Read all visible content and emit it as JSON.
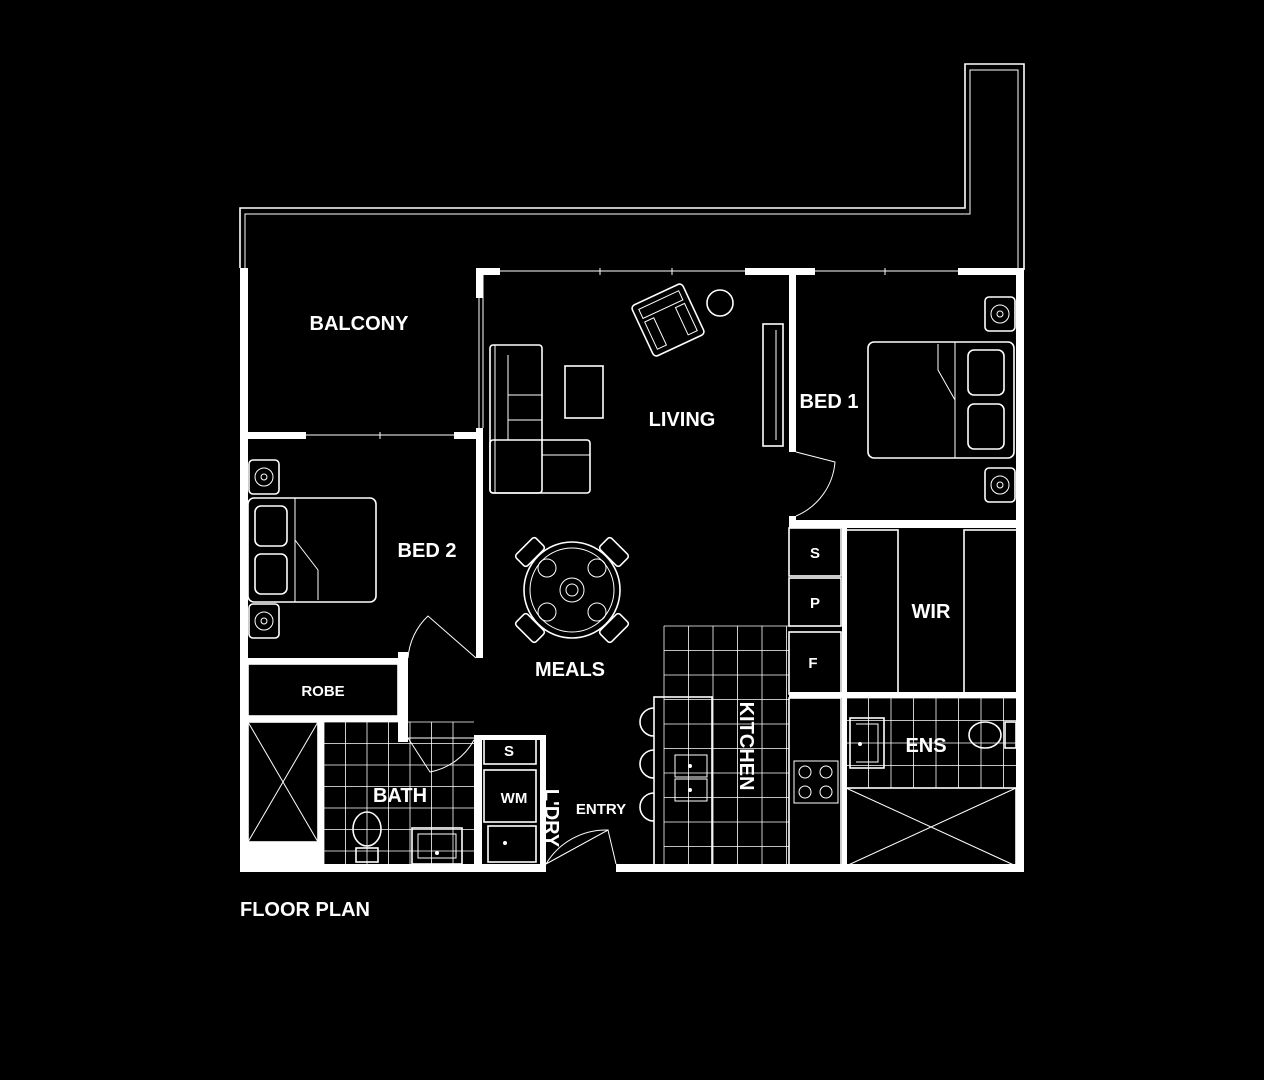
{
  "rooms": {
    "balcony": "BALCONY",
    "living": "LIVING",
    "bed1": "BED 1",
    "bed2": "BED 2",
    "meals": "MEALS",
    "wir": "WIR",
    "robe": "ROBE",
    "ens": "ENS",
    "bath": "BATH",
    "kitchen": "KITCHEN",
    "laundry": "L'DRY",
    "entry": "ENTRY"
  },
  "fixtures": {
    "shelf_kitchen": "S",
    "pantry": "P",
    "fridge": "F",
    "shelf_laundry": "S",
    "washing_machine": "WM"
  },
  "caption": "FLOOR PLAN",
  "colors": {
    "background": "#000000",
    "lines": "#ffffff"
  }
}
